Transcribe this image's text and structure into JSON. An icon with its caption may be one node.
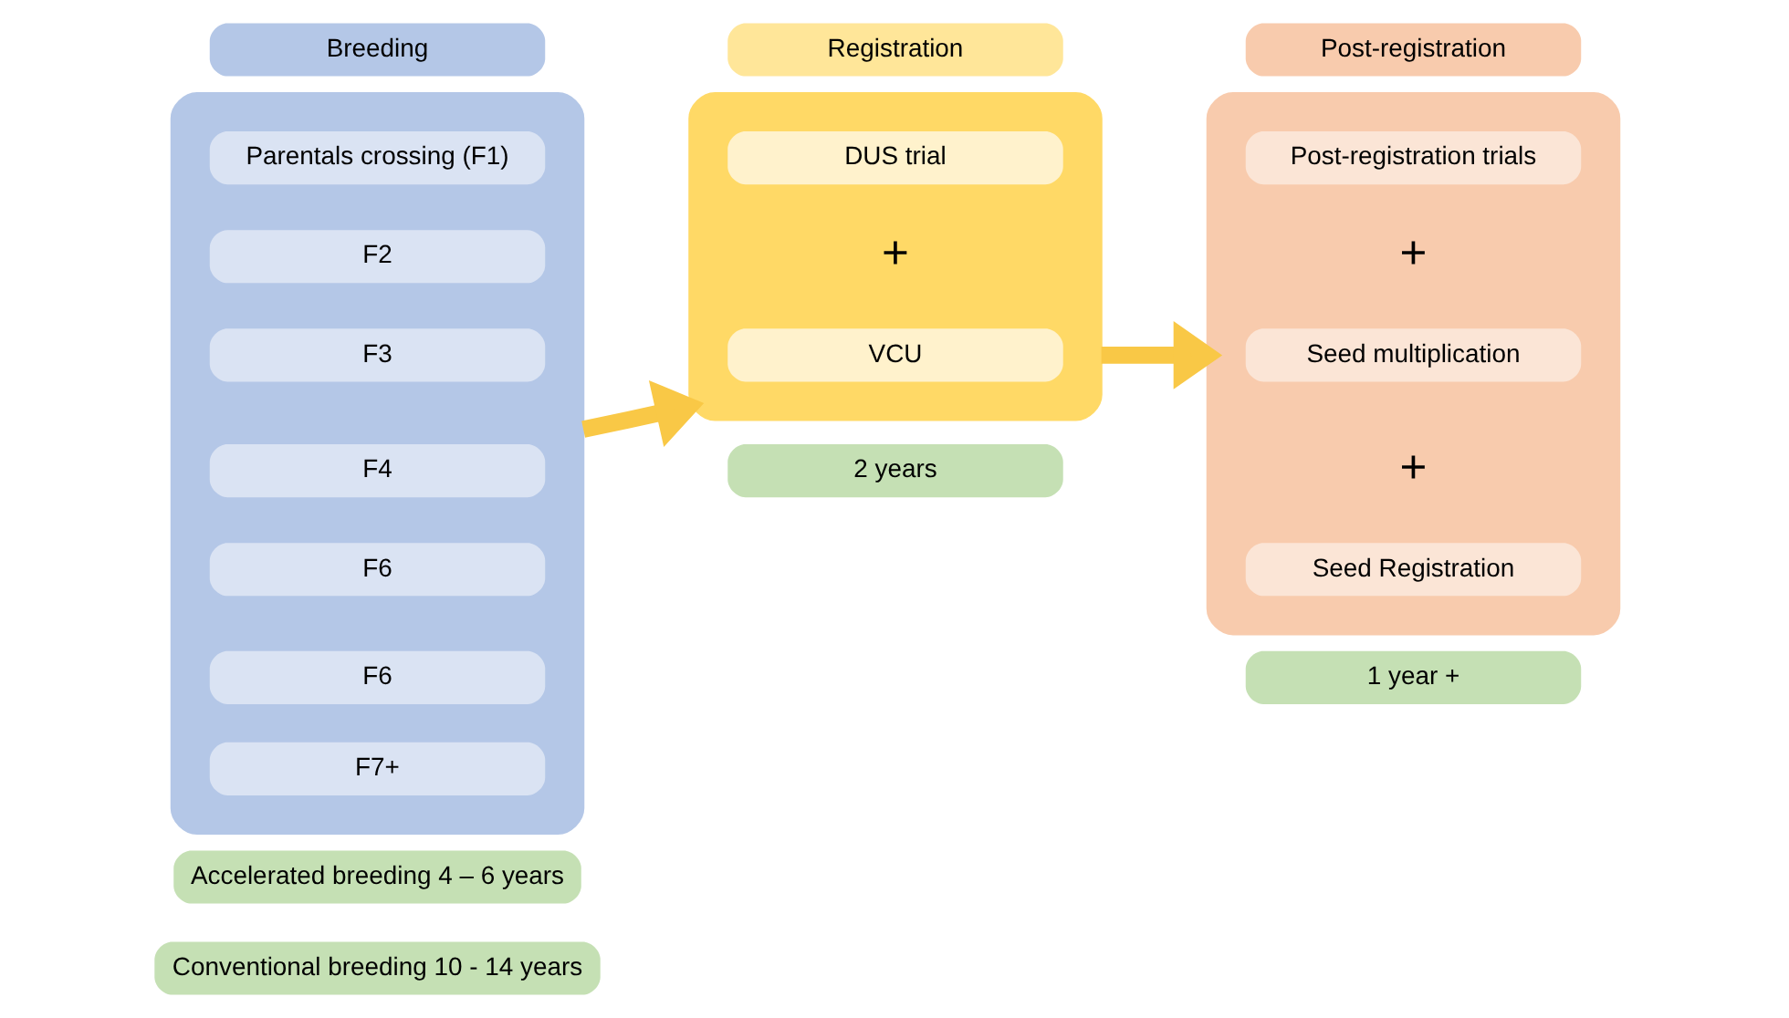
{
  "diagram": {
    "nodes": [
      {
        "text": [
          "Breeding"
        ]
      },
      {
        "text": [],
        "shape": "box"
      },
      {
        "text": [
          "Parentals crossing (F1)"
        ],
        "in": 1
      },
      {
        "text": [
          "F2"
        ],
        "in": 1
      },
      {
        "text": [
          "F3"
        ],
        "in": 1
      },
      {
        "text": [
          "F4"
        ],
        "in": 1
      },
      {
        "text": [
          "F6"
        ],
        "in": 1
      },
      {
        "text": [
          "F6"
        ],
        "in": 1
      },
      {
        "text": [
          "F7+"
        ],
        "in": 1
      },
      {
        "text": [
          "Accelerated breeding 4 – 6 years"
        ]
      },
      {
        "text": [
          "Conventional breeding 10 - 14 years"
        ]
      },
      {
        "text": [
          "Registration"
        ]
      },
      {
        "text": [],
        "shape": "box"
      },
      {
        "text": [
          "DUS trial"
        ],
        "in": 12
      },
      {
        "text": [
          "VCU"
        ],
        "in": 12
      },
      {
        "text": [
          "2 years"
        ]
      },
      {
        "text": [
          "Post-registration"
        ]
      },
      {
        "text": [],
        "shape": "box"
      },
      {
        "text": [
          "Post-registration trials"
        ],
        "in": 17
      },
      {
        "text": [
          "Seed multiplication"
        ],
        "in": 17
      },
      {
        "text": [
          "Seed Registration"
        ],
        "in": 17
      },
      {
        "text": [
          "1 year +"
        ]
      }
    ],
    "edges": [
      {
        "from": 1,
        "to": 12,
        "arrow": "to"
      },
      {
        "from": 12,
        "to": 17,
        "arrow": "to"
      }
    ],
    "labels": [
      "+",
      "+",
      "+"
    ]
  }
}
